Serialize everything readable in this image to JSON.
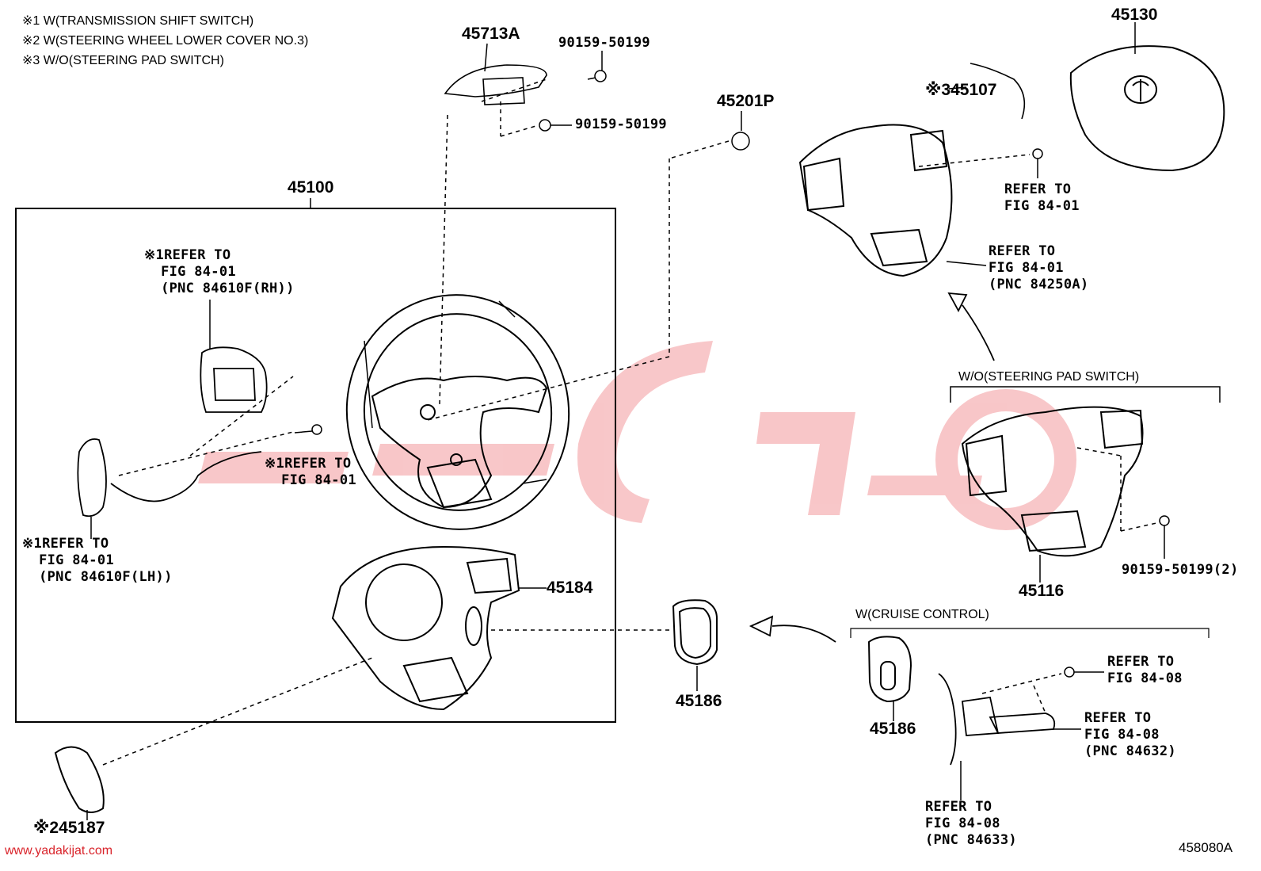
{
  "notes": [
    "※1 W(TRANSMISSION SHIFT SWITCH)",
    "※2 W(STEERING WHEEL LOWER COVER NO.3)",
    "※3 W/O(STEERING PAD SWITCH)"
  ],
  "parts": {
    "p45713A": "45713A",
    "p90159_top": "90159-50199",
    "p90159_mid": "90159-50199",
    "p45201P": "45201P",
    "p45130": "45130",
    "p45107": "※345107",
    "p45100": "45100",
    "p45184": "45184",
    "p45186_center": "45186",
    "p45186_right": "45186",
    "p45116": "45116",
    "p90159_2": "90159-50199(2)",
    "p45187": "※245187"
  },
  "refs": {
    "ref_top_right": "REFER TO\nFIG 84-01",
    "ref_pnc84250A": "REFER TO\nFIG 84-01\n(PNC 84250A)",
    "ref_rh": "※1REFER TO\n  FIG 84-01\n  (PNC 84610F(RH))",
    "ref_mid": "※1REFER TO\n  FIG 84-01",
    "ref_lh": "※1REFER TO\n  FIG 84-01\n  (PNC 84610F(LH))",
    "ref_84_08_a": "REFER TO\nFIG 84-08",
    "ref_84632": "REFER TO\nFIG 84-08\n(PNC 84632)",
    "ref_84633": "REFER TO\nFIG 84-08\n(PNC 84633)"
  },
  "group_labels": {
    "wo_pad": "W/O(STEERING PAD SWITCH)",
    "cruise": "W(CRUISE CONTROL)"
  },
  "footer": {
    "watermark": "www.yadakijat.com",
    "figure_no": "458080A"
  },
  "colors": {
    "line": "#000000",
    "watermark_red": "#e7373c"
  }
}
